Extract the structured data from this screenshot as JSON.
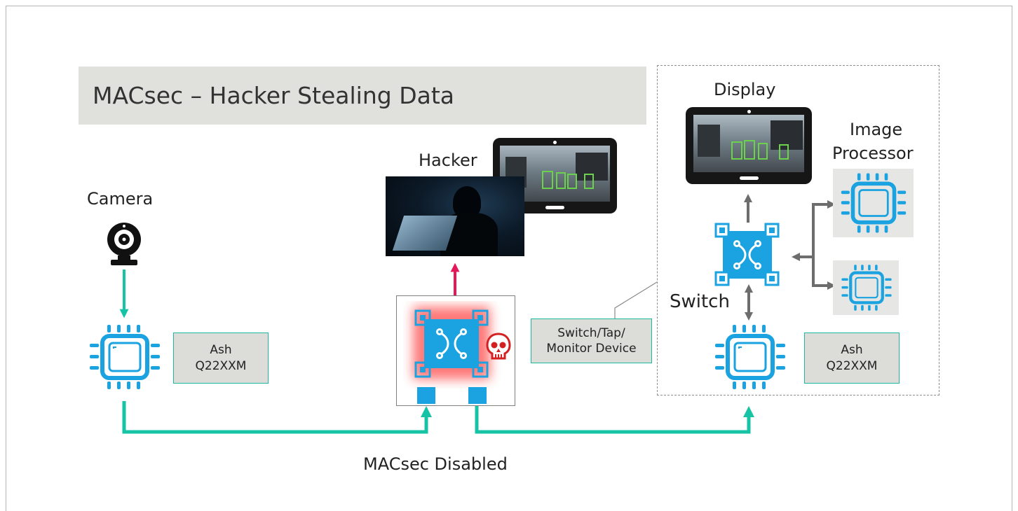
{
  "title": "MACsec – Hacker Stealing Data",
  "labels": {
    "camera": "Camera",
    "hacker": "Hacker",
    "display": "Display",
    "image_processor_line1": "Image",
    "image_processor_line2": "Processor",
    "switch": "Switch",
    "macsec_status": "MACsec Disabled"
  },
  "tags": {
    "ash_left": {
      "line1": "Ash",
      "line2": "Q22XXM"
    },
    "ash_right": {
      "line1": "Ash",
      "line2": "Q22XXM"
    },
    "tap_device": {
      "line1": "Switch/Tap/",
      "line2": "Monitor Device"
    }
  },
  "icons": {
    "camera": "webcam-icon",
    "chip": "chip-icon",
    "switch": "network-switch-icon",
    "danger": "skull-icon",
    "hacker": "hacker-photo",
    "display": "tablet-display-icon"
  },
  "colors": {
    "accent_teal": "#17c3a5",
    "chip_blue": "#1aa3e0",
    "hacker_arrow": "#e3195a",
    "gray_arrow": "#6d6d6d",
    "danger_red": "#d42020",
    "title_bg": "#e0e0dd"
  }
}
